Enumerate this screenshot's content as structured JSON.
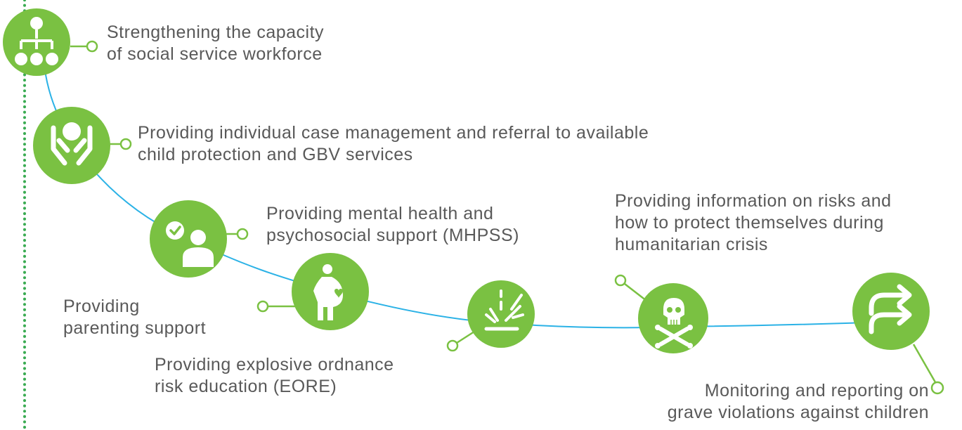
{
  "colors": {
    "icon_green": "#7ac142",
    "connector_line": "#2bb2e6",
    "text": "#595959",
    "dotted_border": "#3aab52"
  },
  "steps": [
    {
      "icon": "org-hierarchy-icon",
      "lines": [
        "Strengthening the capacity",
        "of social service workforce"
      ]
    },
    {
      "icon": "caring-hands-icon",
      "lines": [
        "Providing individual case management and referral to available",
        "child protection and GBV services"
      ]
    },
    {
      "icon": "person-check-icon",
      "lines": [
        "Providing",
        "parenting support"
      ]
    },
    {
      "icon": "pregnant-woman-icon",
      "lines": [
        "Providing mental health and",
        "psychosocial support (MHPSS)"
      ]
    },
    {
      "icon": "explosion-icon",
      "lines": [
        "Providing explosive ordnance",
        "risk education (EORE)"
      ]
    },
    {
      "icon": "skull-crossbones-icon",
      "lines": [
        "Providing information on risks and",
        "how to protect themselves during",
        "humanitarian crisis"
      ]
    },
    {
      "icon": "redirect-arrows-icon",
      "lines": [
        "Monitoring and reporting on",
        "grave violations against children"
      ]
    }
  ]
}
